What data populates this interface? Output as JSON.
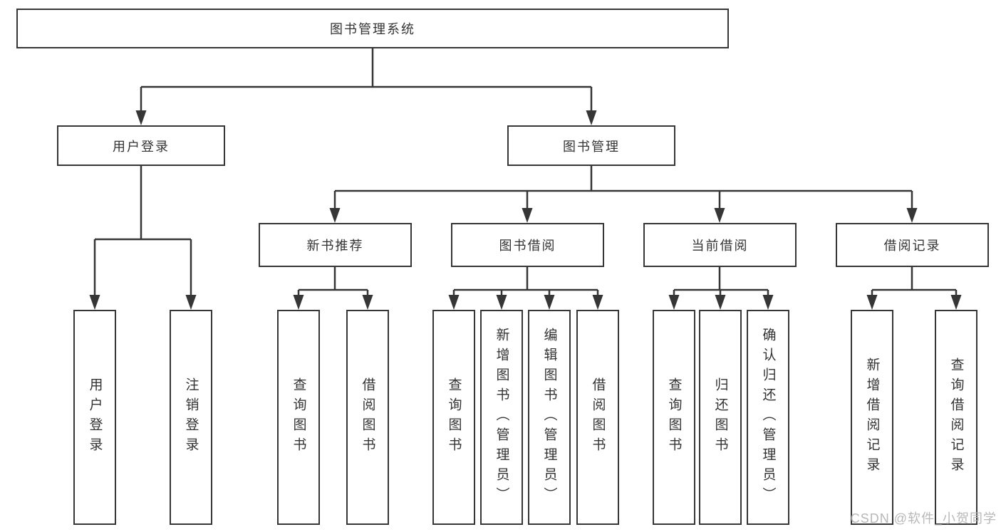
{
  "nodes": {
    "root": "图书管理系统",
    "user_login": "用户登录",
    "book_management": "图书管理",
    "login_children": [
      "用户登录",
      "注销登录"
    ],
    "modules": [
      "新书推荐",
      "图书借阅",
      "当前借阅",
      "借阅记录"
    ],
    "new_book_children": [
      "查询图书",
      "借阅图书"
    ],
    "borrow_children": [
      "查询图书",
      "新增图书（管理员）",
      "编辑图书（管理员）",
      "借阅图书"
    ],
    "current_children": [
      "查询图书",
      "归还图书",
      "确认归还（管理员）"
    ],
    "record_children": [
      "新增借阅记录",
      "查询借阅记录"
    ]
  },
  "watermark": "CSDN @软件_小贺同学",
  "colors": {
    "line": "#363636",
    "text": "#333333",
    "box_background": "#ffffff",
    "watermark": "#b8b8b8"
  }
}
